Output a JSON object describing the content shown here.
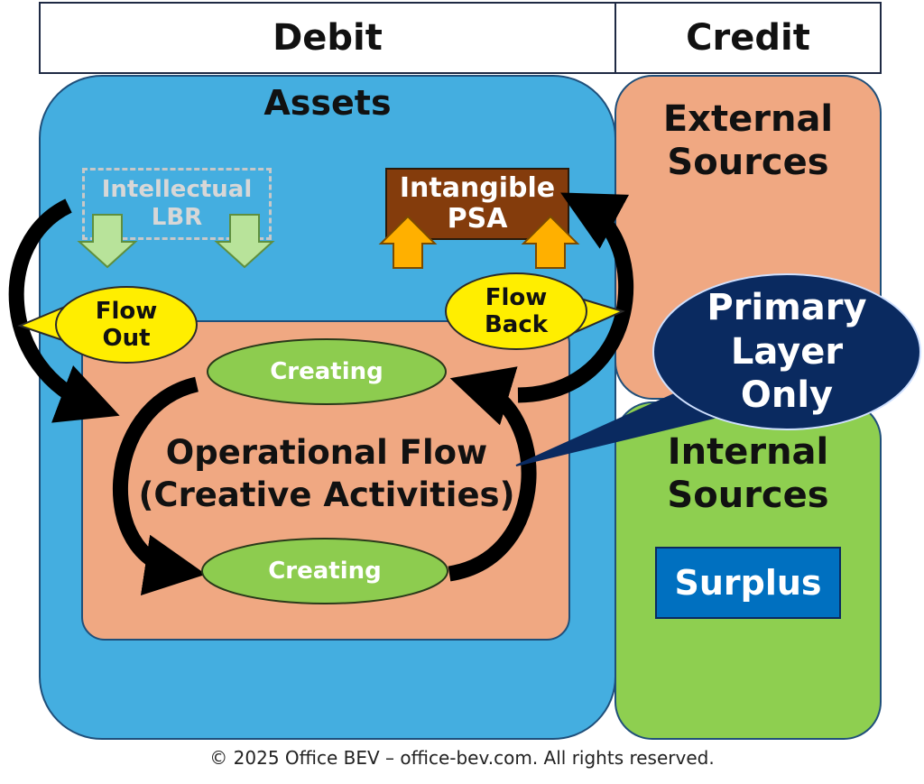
{
  "header": {
    "debit": "Debit",
    "credit": "Credit"
  },
  "assets": {
    "title": "Assets",
    "intellectual": [
      "Intellectual",
      "LBR"
    ],
    "intangible": [
      "Intangible",
      "PSA"
    ],
    "flow_out": [
      "Flow",
      "Out"
    ],
    "flow_back": [
      "Flow",
      "Back"
    ],
    "operational": [
      "Operational Flow",
      "(Creative Activities)"
    ],
    "creating_top": "Creating",
    "creating_bottom": "Creating"
  },
  "credit": {
    "external": [
      "External",
      "Sources"
    ],
    "internal": [
      "Internal",
      "Sources"
    ],
    "surplus": "Surplus"
  },
  "callout": [
    "Primary",
    "Layer",
    "Only"
  ],
  "footer": "© 2025 Office BEV – office-bev.com. All rights reserved.",
  "colors": {
    "assets_blue": "#44aee0",
    "salmon": "#f0a882",
    "green": "#8ecf50",
    "ellipse_green": "#8dcc4f",
    "yellow": "#ffee00",
    "brown": "#843c0c",
    "orange": "#ffb000",
    "navy": "#0a2a60",
    "surplus_blue": "#0070c0",
    "light_green": "#b8e39a"
  }
}
